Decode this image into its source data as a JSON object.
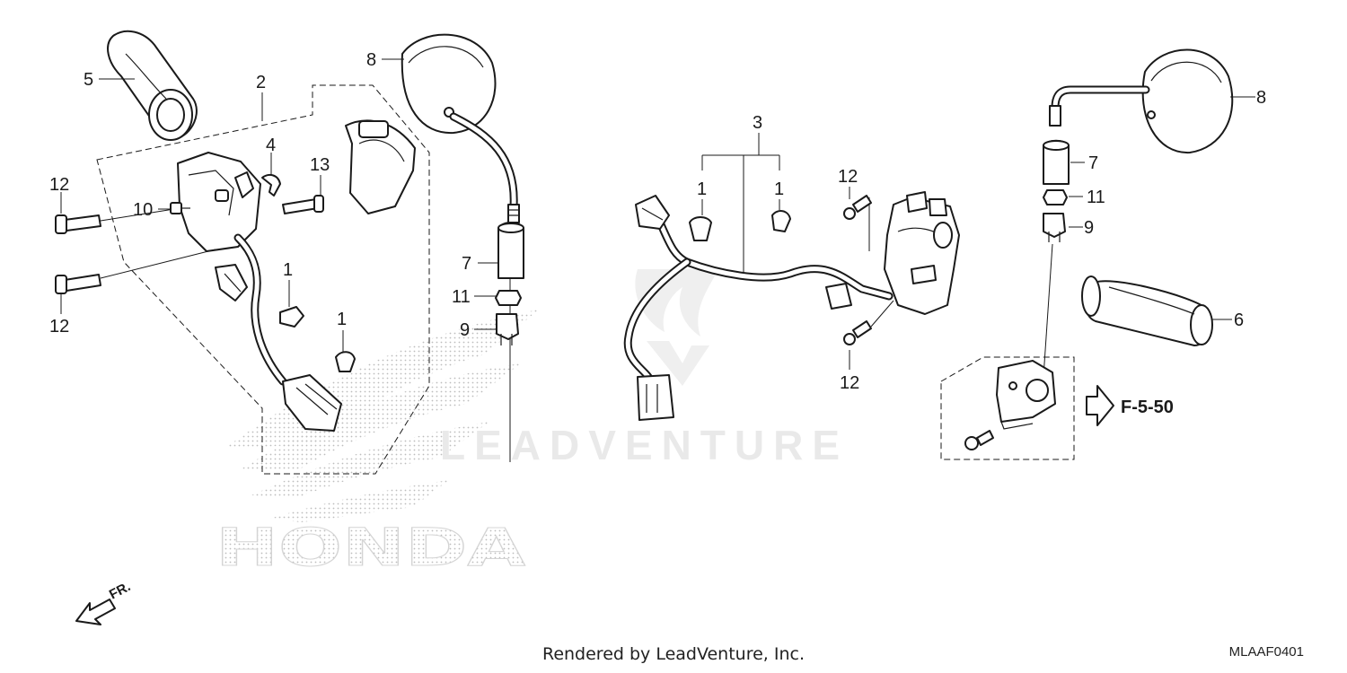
{
  "diagram": {
    "callouts": {
      "n1a": "1",
      "n1b": "1",
      "n1c": "1",
      "n1d": "1",
      "n2": "2",
      "n3": "3",
      "n4": "4",
      "n5": "5",
      "n6": "6",
      "n7a": "7",
      "n7b": "7",
      "n8a": "8",
      "n8b": "8",
      "n9a": "9",
      "n9b": "9",
      "n10": "10",
      "n11a": "11",
      "n11b": "11",
      "n12a": "12",
      "n12b": "12",
      "n12c": "12",
      "n12d": "12",
      "n13": "13"
    },
    "ref_label": "F-5-50",
    "front_label": "FR.",
    "watermark": "LEADVENTURE",
    "brand_watermark": "HONDA"
  },
  "footer": {
    "credit": "Rendered by LeadVenture, Inc.",
    "code": "MLAAF0401"
  }
}
